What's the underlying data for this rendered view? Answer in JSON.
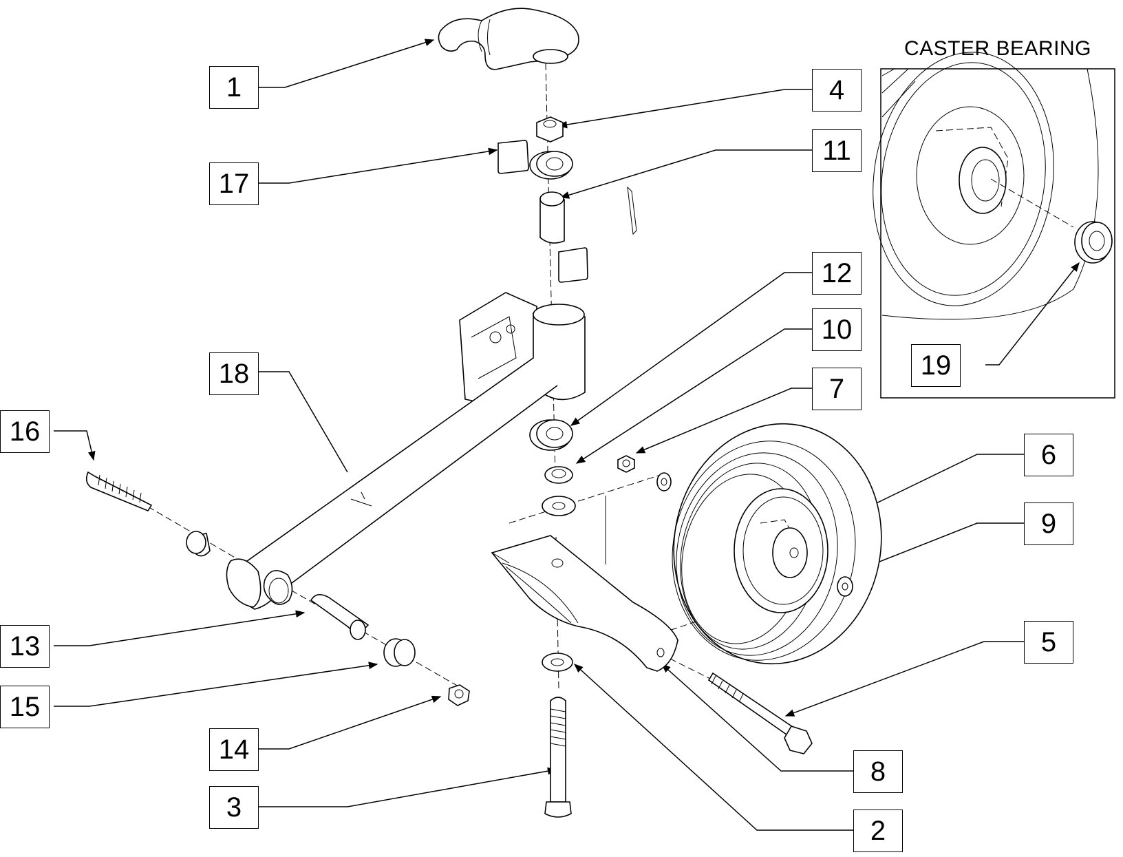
{
  "inset": {
    "title": "CASTER BEARING"
  },
  "callouts": [
    "1",
    "2",
    "3",
    "4",
    "5",
    "6",
    "7",
    "8",
    "9",
    "10",
    "11",
    "12",
    "13",
    "14",
    "15",
    "16",
    "17",
    "18",
    "19"
  ],
  "colors": {
    "line": "#000000",
    "background": "#ffffff"
  }
}
